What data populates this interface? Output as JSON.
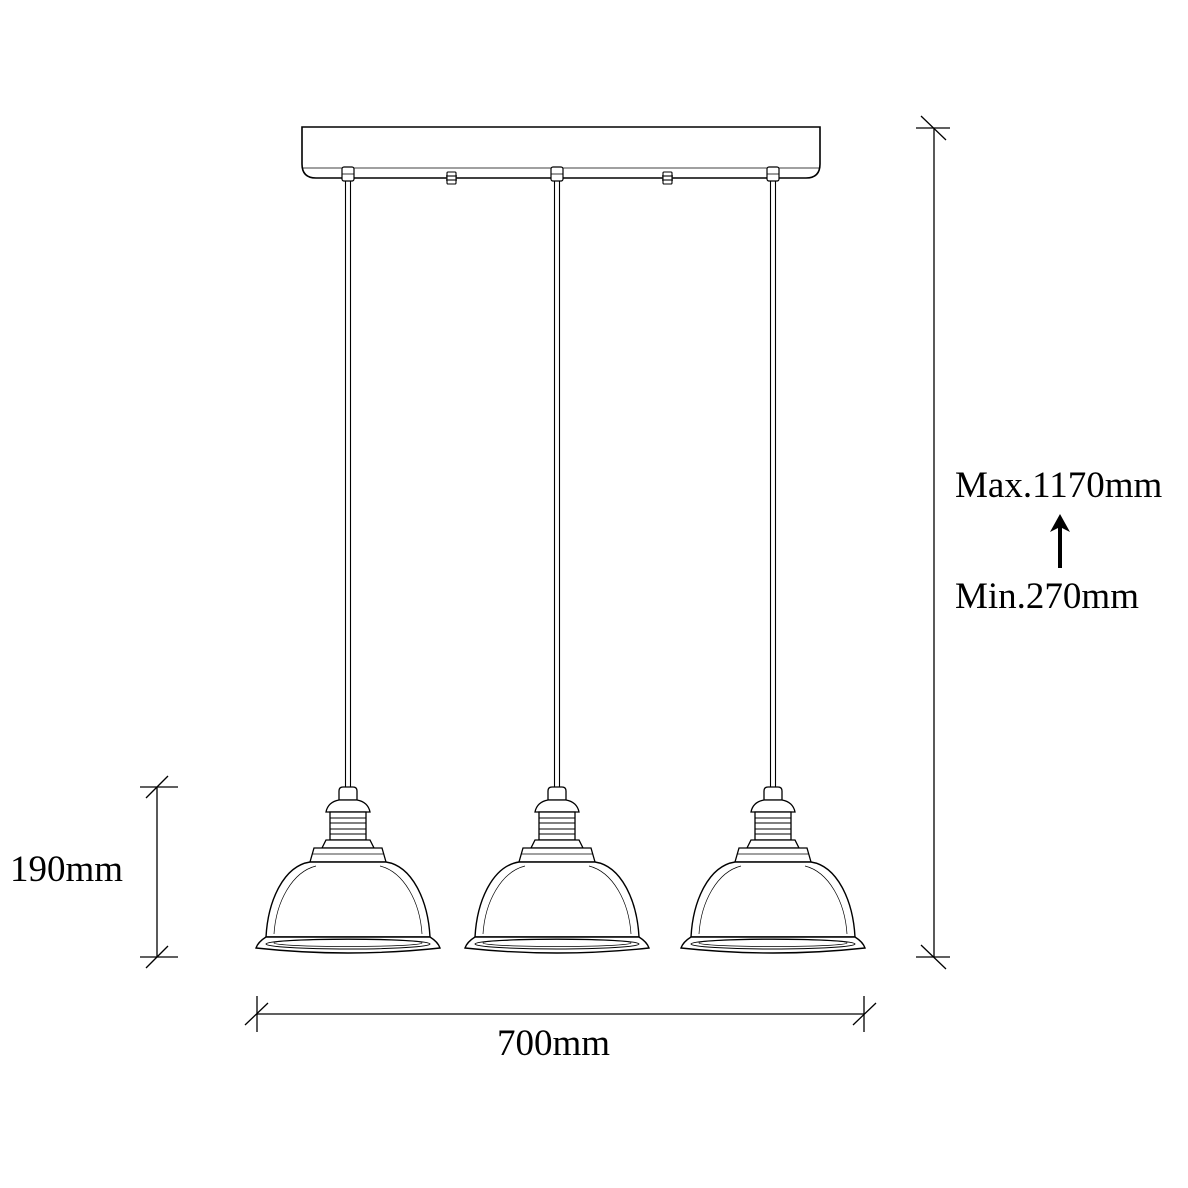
{
  "dimensions": {
    "shade_height": "190mm",
    "total_width": "700mm",
    "drop_max": "Max.1170mm",
    "drop_min": "Min.270mm"
  },
  "lamp": {
    "pendant_count": 3
  },
  "colors": {
    "line": "#000000",
    "background": "#ffffff"
  }
}
